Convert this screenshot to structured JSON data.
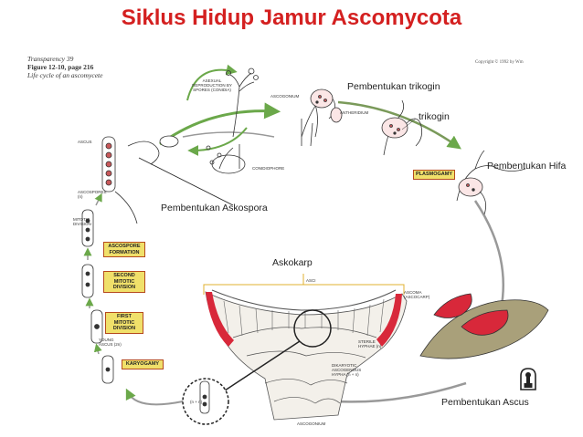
{
  "title": "Siklus Hidup Jamur Ascomycota",
  "title_color": "#d42020",
  "header": {
    "line1": "Transparency 39",
    "line2": "Figure 12-10, page 216",
    "line3": "Life cycle of an ascomycete"
  },
  "copyright": "Copyright © 1992 by Wm",
  "labels": {
    "trikogin_formation": "Pembentukan trikogin",
    "trikogin": "trikogin",
    "hyphae_formation": "Pembentukan Hifa",
    "ascospore_formation": "Pembentukan Askospora",
    "askokarp": "Askokarp",
    "ascus_formation": "Pembentukan Ascus"
  },
  "stages": {
    "plasmogamy": "PLASMOGAMY",
    "ascospore_formation": "ASCOSPORE FORMATION",
    "second_division": "SECOND MITOTIC DIVISION",
    "first_division": "FIRST MITOTIC DIVISION",
    "karyogamy": "KARYOGAMY"
  },
  "stage_colors": {
    "fill": "#f0e06a",
    "border": "#b54a1e"
  },
  "figure_labels": {
    "asexual": "ASEXUAL REPRODUCTION BY SPORES (CONIDIA)",
    "ascogonium": "ASCOGONIUM",
    "antheridium": "ANTHERIDIUM",
    "conidiophore": "CONIDIOPHORE",
    "ascus": "ASCUS",
    "ascospores": "ASCOSPORES (n)",
    "mitotic": "MITOTIC DIVISION",
    "young_ascus": "YOUNG ASCUS (2n)",
    "asci": "ASCI",
    "ascoma": "ASCOMA (ASCOCARP)",
    "sterile": "STERILE HYPHAE (n)",
    "dikaryotic": "DIKARYOTIC ASCOGENOUS HYPHA (n + n)",
    "ascogonium2": "ASCOGONIUM",
    "nn": "(n + n)"
  },
  "colors": {
    "cycle_arrow": "#6ba84a",
    "tissue": "#c8585a",
    "ink": "#333333"
  },
  "badge_icon": "keyhole-logo-icon"
}
